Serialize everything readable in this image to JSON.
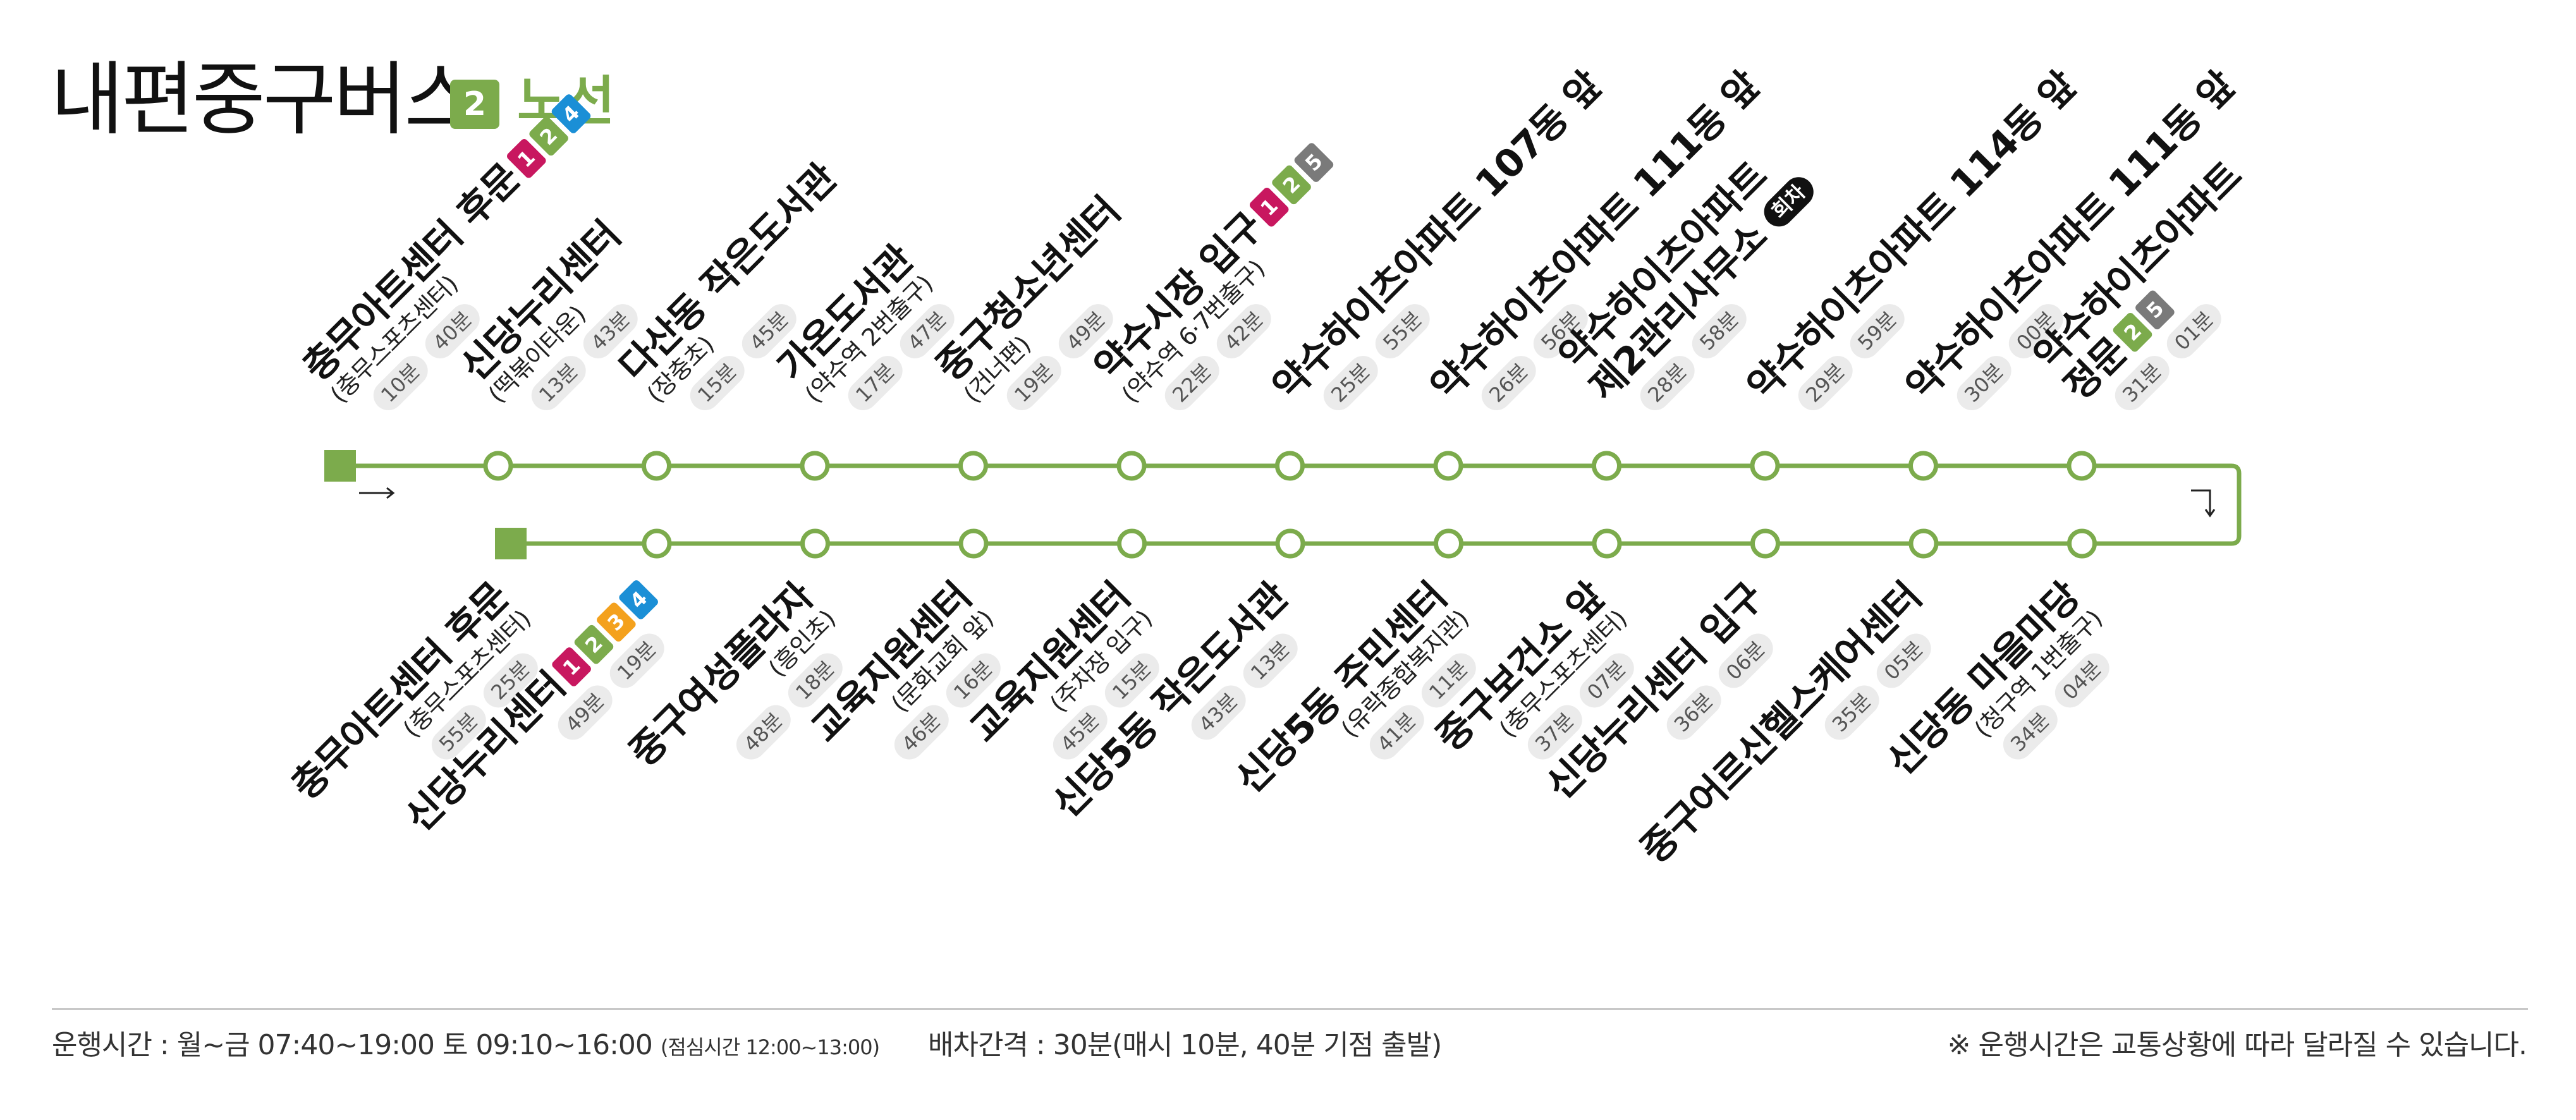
{
  "title": "내편중구버스",
  "route": {
    "number": "2",
    "label": "노선",
    "color": "#7cab4c"
  },
  "badge_colors": {
    "1": "#c8175f",
    "2": "#7cab4c",
    "3": "#f4a11d",
    "4": "#1b8fd6",
    "5": "#7a7a7a"
  },
  "top_stops": [
    {
      "name": [
        "충무아트센터 후문"
      ],
      "sub": "(충무스포츠센터)",
      "routes": [
        "1",
        "2",
        "4"
      ],
      "times": [
        "10분",
        "40분"
      ]
    },
    {
      "name": [
        "신당누리센터"
      ],
      "sub": "(떡볶이타운)",
      "routes": [],
      "times": [
        "13분",
        "43분"
      ]
    },
    {
      "name": [
        "다산동 작은도서관"
      ],
      "sub": "(장충초)",
      "routes": [],
      "times": [
        "15분",
        "45분"
      ]
    },
    {
      "name": [
        "가온도서관"
      ],
      "sub": "(약수역 2번출구)",
      "routes": [],
      "times": [
        "17분",
        "47분"
      ]
    },
    {
      "name": [
        "중구청소년센터"
      ],
      "sub": "(건너편)",
      "routes": [],
      "times": [
        "19분",
        "49분"
      ]
    },
    {
      "name": [
        "약수시장 입구"
      ],
      "sub": "(약수역 6·7번출구)",
      "routes": [
        "1",
        "2",
        "5"
      ],
      "times": [
        "22분",
        "42분"
      ]
    },
    {
      "name": [
        "약수하이츠아파트 107동 앞"
      ],
      "sub": "",
      "routes": [],
      "times": [
        "25분",
        "55분"
      ]
    },
    {
      "name": [
        "약수하이츠아파트 111동 앞"
      ],
      "sub": "",
      "routes": [],
      "times": [
        "26분",
        "56분"
      ]
    },
    {
      "name": [
        "약수하이츠아파트",
        "제2관리사무소"
      ],
      "sub": "",
      "routes": [],
      "transfer": "회차",
      "times": [
        "28분",
        "58분"
      ]
    },
    {
      "name": [
        "약수하이츠아파트 114동 앞"
      ],
      "sub": "",
      "routes": [],
      "times": [
        "29분",
        "59분"
      ]
    },
    {
      "name": [
        "약수하이츠아파트 111동 앞"
      ],
      "sub": "",
      "routes": [],
      "times": [
        "30분",
        "00분"
      ]
    },
    {
      "name": [
        "약수하이츠아파트",
        "정문"
      ],
      "sub": "",
      "routes": [
        "2",
        "5"
      ],
      "times": [
        "31분",
        "01분"
      ]
    }
  ],
  "bottom_stops": [
    {
      "name": [
        "충무아트센터 후문"
      ],
      "sub": "(충무스포츠센터)",
      "routes": [],
      "times": [
        "55분",
        "25분"
      ]
    },
    {
      "name": [
        "신당누리센터"
      ],
      "sub": "",
      "routes": [
        "1",
        "2",
        "3",
        "4"
      ],
      "times": [
        "49분",
        "19분"
      ]
    },
    {
      "name": [
        "중구여성플라자"
      ],
      "sub": "(흥인초)",
      "routes": [],
      "times": [
        "48분",
        "18분"
      ]
    },
    {
      "name": [
        "교육지원센터"
      ],
      "sub": "(문화교회 앞)",
      "routes": [],
      "times": [
        "46분",
        "16분"
      ]
    },
    {
      "name": [
        "교육지원센터"
      ],
      "sub": "(주차장 입구)",
      "routes": [],
      "times": [
        "45분",
        "15분"
      ]
    },
    {
      "name": [
        "신당5동 작은도서관"
      ],
      "sub": "",
      "routes": [],
      "times": [
        "43분",
        "13분"
      ]
    },
    {
      "name": [
        "신당5동 주민센터"
      ],
      "sub": "(유락종합복지관)",
      "routes": [],
      "times": [
        "41분",
        "11분"
      ]
    },
    {
      "name": [
        "중구보건소 앞"
      ],
      "sub": "(충무스포츠센터)",
      "routes": [],
      "times": [
        "37분",
        "07분"
      ]
    },
    {
      "name": [
        "신당누리센터 입구"
      ],
      "sub": "",
      "routes": [],
      "times": [
        "36분",
        "06분"
      ]
    },
    {
      "name": [
        "중구어르신헬스케어센터"
      ],
      "sub": "",
      "routes": [],
      "times": [
        "35분",
        "05분"
      ]
    },
    {
      "name": [
        "신당동 마을마당"
      ],
      "sub": "(청구역 1번출구)",
      "routes": [],
      "times": [
        "34분",
        "04분"
      ]
    }
  ],
  "footer": {
    "hours": "운행시간 : 월~금 07:40~19:00 토 09:10~16:00",
    "lunch": "(점심시간 12:00~13:00)",
    "interval": "배차간격 : 30분(매시 10분, 40분 기점 출발)",
    "notice": "※ 운행시간은 교통상황에 따라 달라질 수 있습니다."
  }
}
